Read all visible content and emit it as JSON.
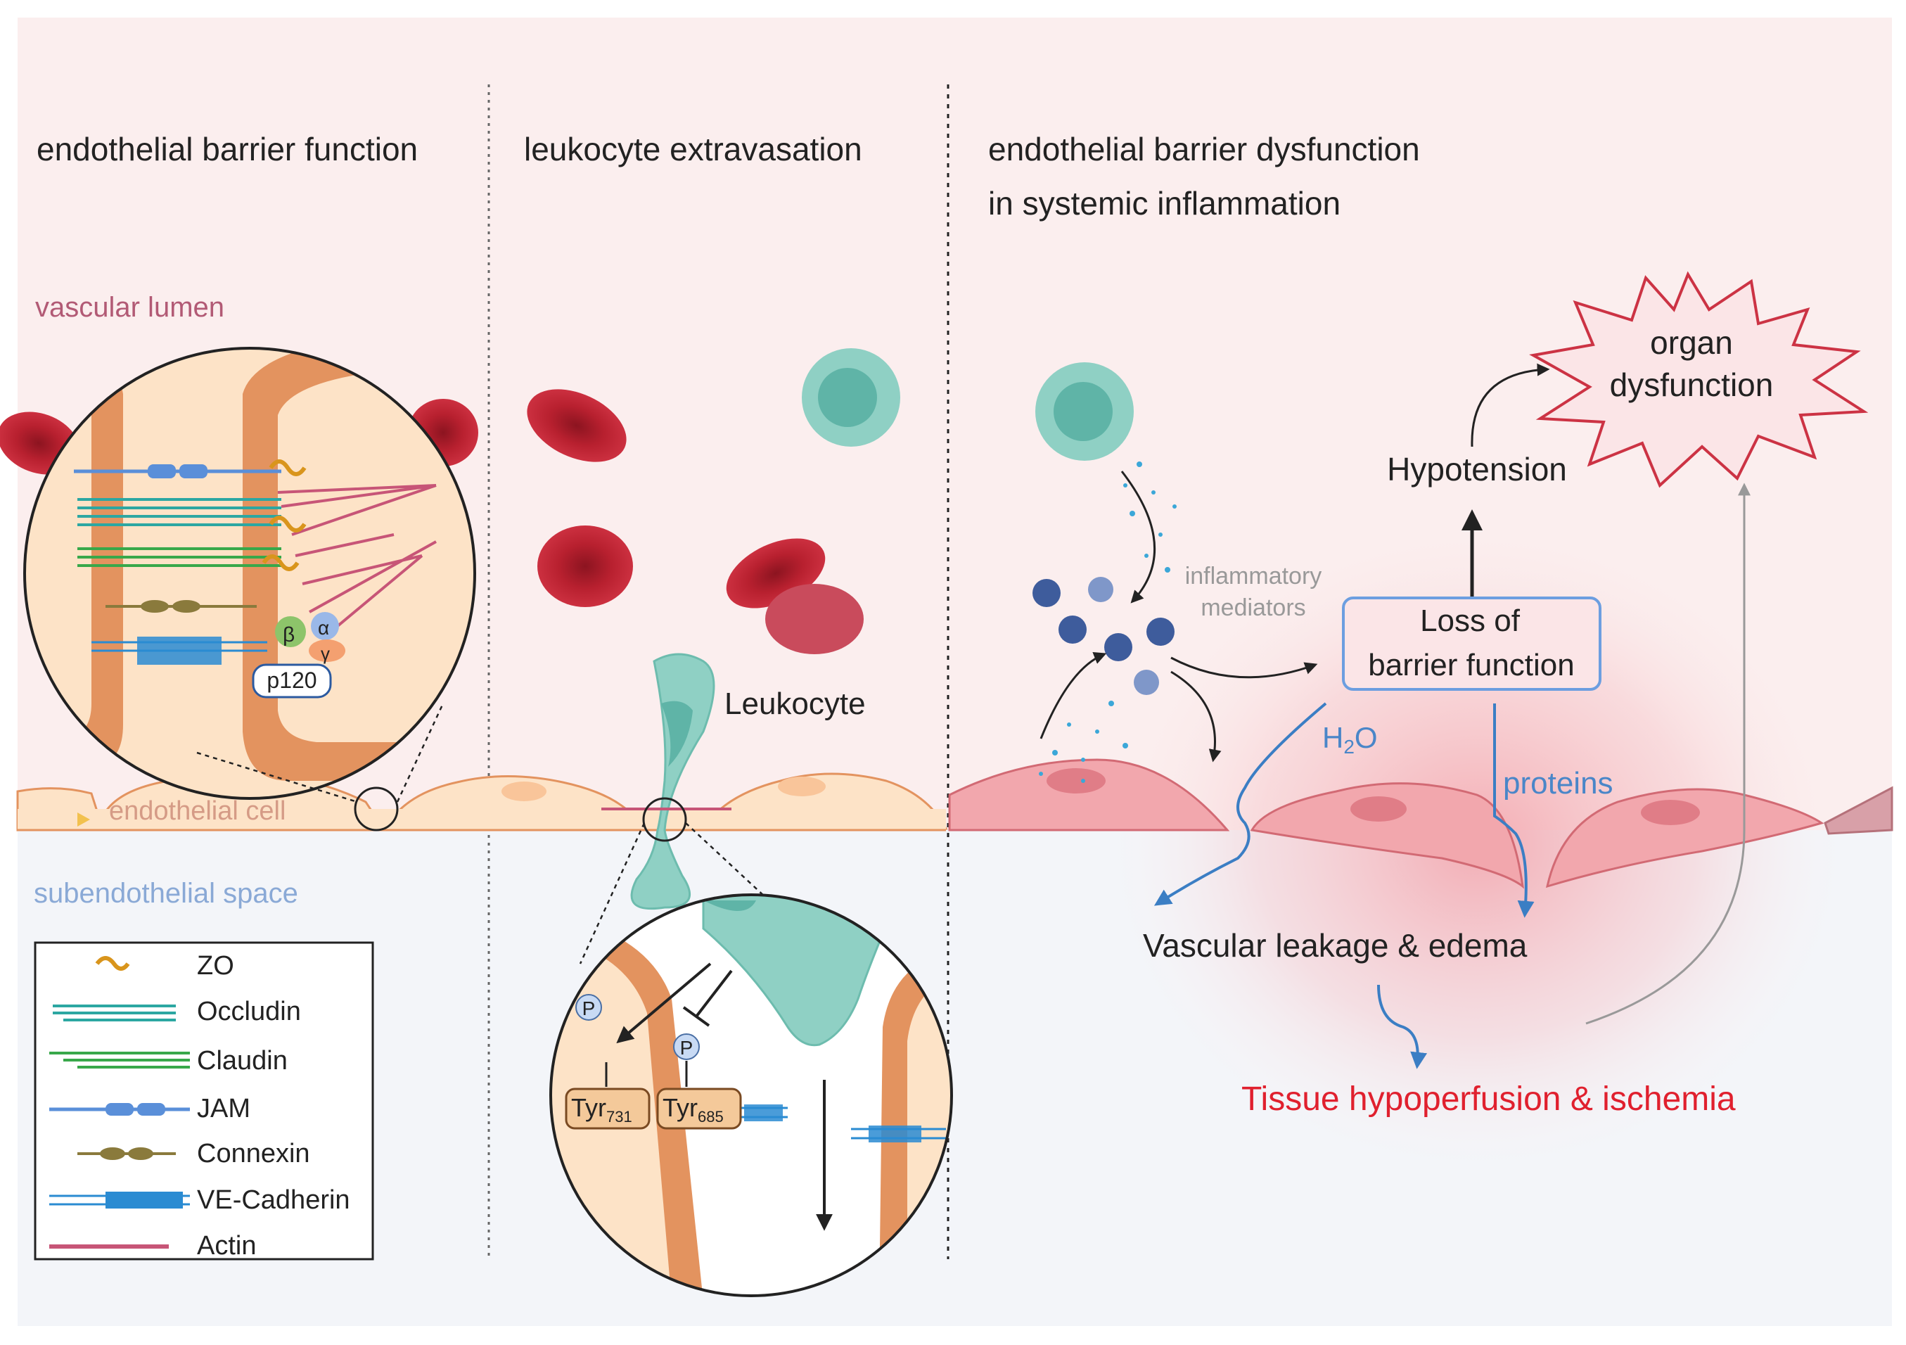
{
  "panels": {
    "left_title": "endothelial barrier function",
    "middle_title": "leukocyte extravasation",
    "right_title_line1": "endothelial barrier dysfunction",
    "right_title_line2": "in systemic inflammation"
  },
  "regions": {
    "vascular_lumen": "vascular lumen",
    "endothelial_cell": "endothelial cell",
    "subendothelial_space": "subendothelial space"
  },
  "junction": {
    "beta": "β",
    "alpha": "α",
    "gamma": "γ",
    "p120": "p120"
  },
  "leukocyte": {
    "label": "Leukocyte",
    "phospho": "P",
    "tyr": "Tyr",
    "tyr731_sub": "731",
    "tyr685_sub": "685"
  },
  "legend": [
    {
      "label": "ZO",
      "icon": "zo-icon"
    },
    {
      "label": "Occludin",
      "icon": "occludin-icon"
    },
    {
      "label": "Claudin",
      "icon": "claudin-icon"
    },
    {
      "label": "JAM",
      "icon": "jam-icon"
    },
    {
      "label": "Connexin",
      "icon": "connexin-icon"
    },
    {
      "label": "VE-Cadherin",
      "icon": "ve-cadherin-icon"
    },
    {
      "label": "Actin",
      "icon": "actin-icon"
    }
  ],
  "inflammation": {
    "mediators_line1": "inflammatory",
    "mediators_line2": "mediators",
    "loss_line1": "Loss of",
    "loss_line2": "barrier function",
    "hypotension": "Hypotension",
    "organ_line1": "organ",
    "organ_line2": "dysfunction",
    "h2o_h": "H",
    "h2o_sub": "2",
    "h2o_o": "O",
    "proteins": "proteins",
    "leakage": "Vascular leakage & edema",
    "ischemia": "Tissue hypoperfusion & ischemia"
  },
  "colors": {
    "lumen_bg": "#fbeeee",
    "subendo_bg": "#f3f5f9",
    "cell_fill": "#fde3c7",
    "cell_edge": "#e3935f",
    "rbc": "#c0283a",
    "leukocyte": "#8fd0c4",
    "inflamed_cell": "#e87a86",
    "blue_text": "#4a86c8",
    "red_text": "#e0202e"
  }
}
